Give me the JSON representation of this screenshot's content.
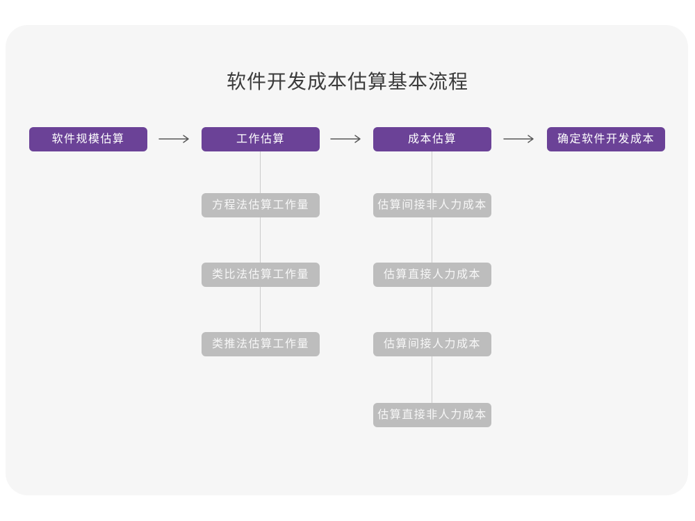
{
  "title": "软件开发成本估算基本流程",
  "colors": {
    "stage_bg": "#6b4297",
    "stage_text": "#ffffff",
    "substep_bg": "#bdbdbd",
    "substep_text": "#f7f7f7",
    "card_bg": "#f6f6f6",
    "page_bg": "#ffffff",
    "connector": "#cbcbcb",
    "arrow": "#565656",
    "title_text": "#3b3b3b"
  },
  "flow": {
    "stages": [
      {
        "label": "软件规模估算",
        "substeps": []
      },
      {
        "label": "工作估算",
        "substeps": [
          "方程法估算工作量",
          "类比法估算工作量",
          "类推法估算工作量"
        ]
      },
      {
        "label": "成本估算",
        "substeps": [
          "估算间接非人力成本",
          "估算直接人力成本",
          "估算间接人力成本",
          "估算直接非人力成本"
        ]
      },
      {
        "label": "确定软件开发成本",
        "substeps": []
      }
    ]
  }
}
